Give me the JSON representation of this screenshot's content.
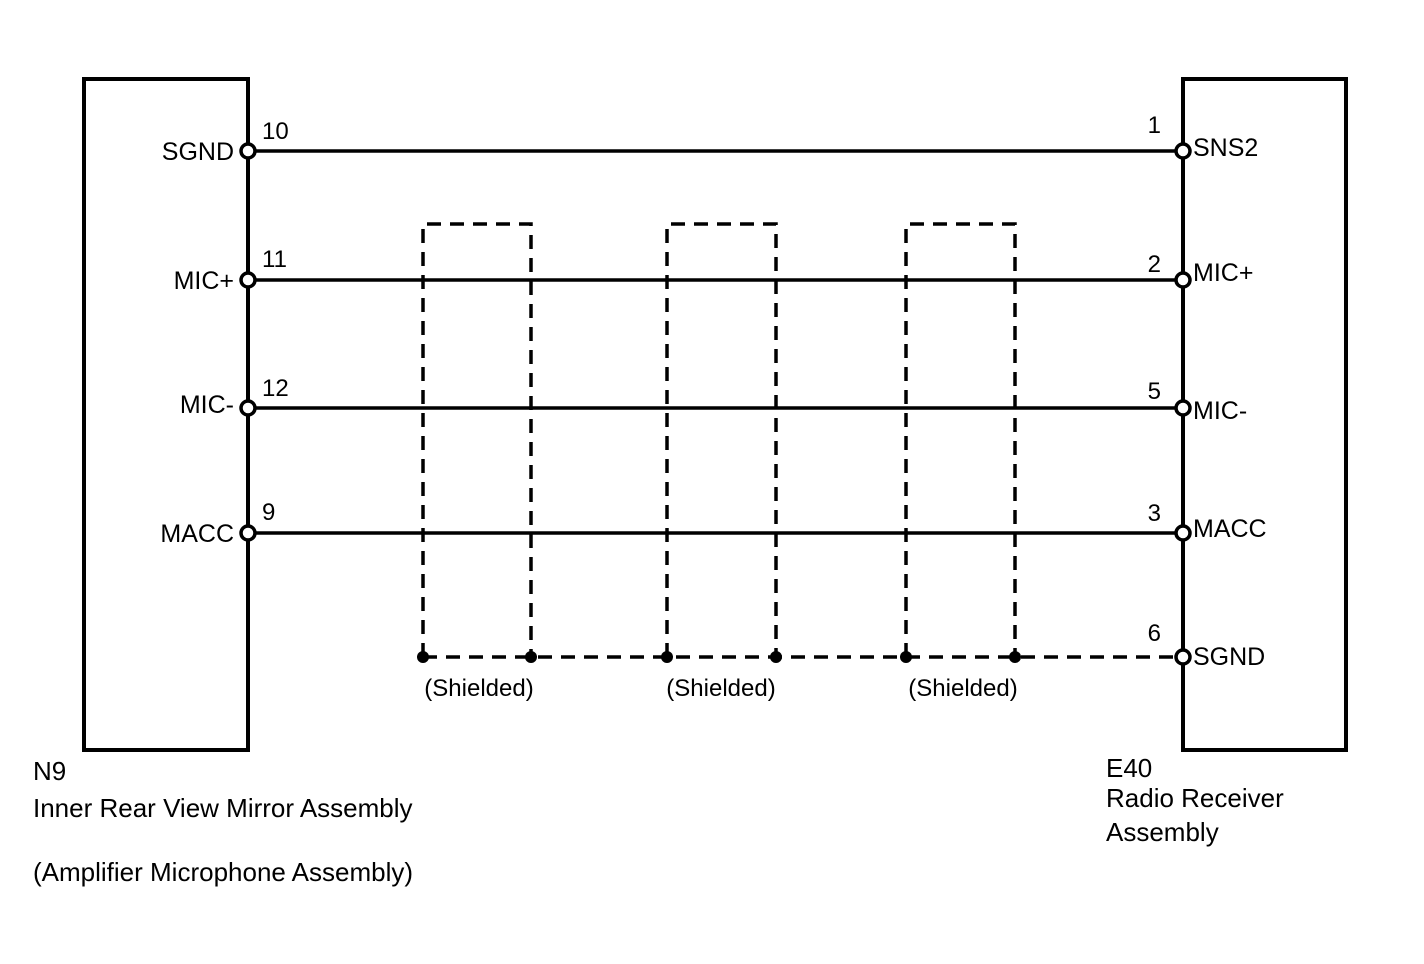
{
  "left_connector": {
    "code": "N9",
    "name": "Inner Rear View Mirror Assembly",
    "sub_name": "(Amplifier Microphone Assembly)",
    "pins": [
      {
        "name": "SGND",
        "number": "10"
      },
      {
        "name": "MIC+",
        "number": "11"
      },
      {
        "name": "MIC-",
        "number": "12"
      },
      {
        "name": "MACC",
        "number": "9"
      }
    ]
  },
  "right_connector": {
    "code": "E40",
    "name_line1": "Radio Receiver",
    "name_line2": "Assembly",
    "pins": [
      {
        "name": "SNS2",
        "number": "1"
      },
      {
        "name": "MIC+",
        "number": "2"
      },
      {
        "name": "MIC-",
        "number": "5"
      },
      {
        "name": "MACC",
        "number": "3"
      },
      {
        "name": "SGND",
        "number": "6"
      }
    ]
  },
  "shields": [
    {
      "label": "(Shielded)"
    },
    {
      "label": "(Shielded)"
    },
    {
      "label": "(Shielded)"
    }
  ]
}
